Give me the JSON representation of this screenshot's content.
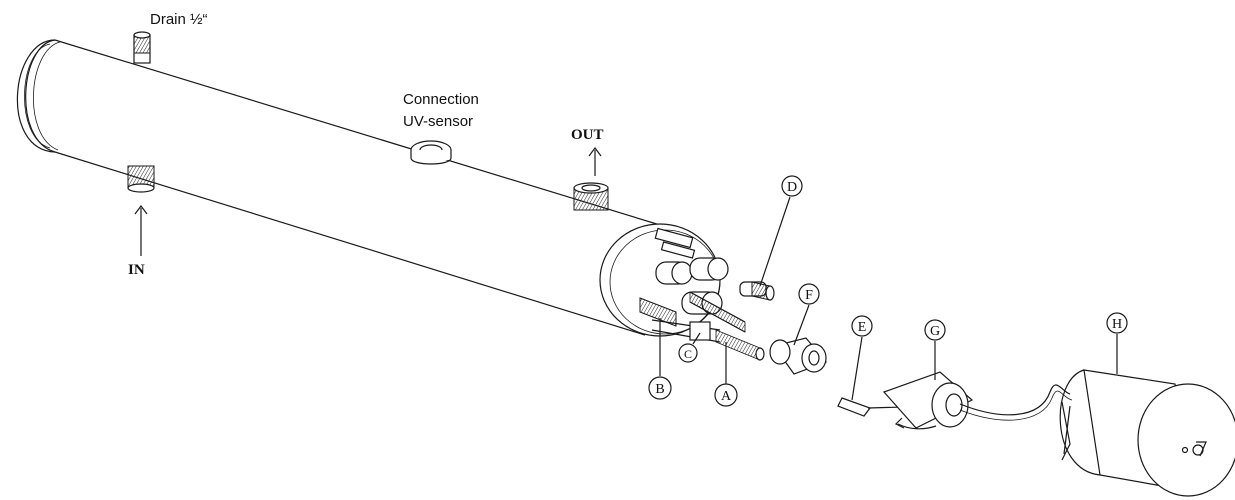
{
  "labels": {
    "drain": "Drain ½“",
    "connection_line1": "Connection",
    "connection_line2": "UV-sensor",
    "out": "OUT",
    "in": "IN"
  },
  "callouts": {
    "A": "A",
    "B": "B",
    "C": "C",
    "D": "D",
    "E": "E",
    "F": "F",
    "G": "G",
    "H": "H"
  }
}
